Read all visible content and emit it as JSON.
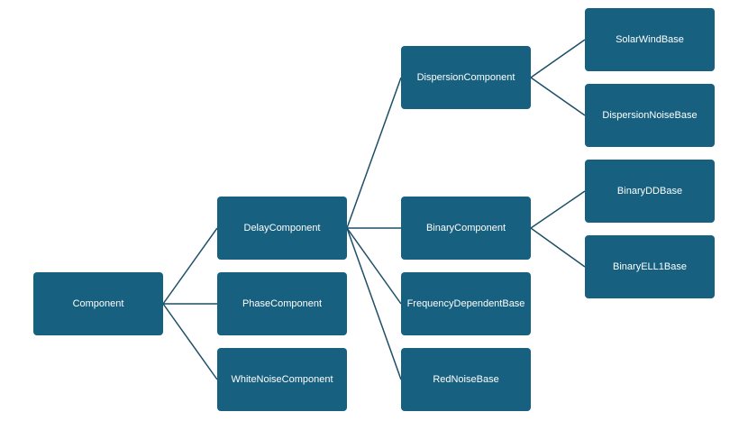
{
  "colors": {
    "node_fill": "#17607f",
    "node_text": "#ffffff",
    "edge": "#1d4f66"
  },
  "nodes": [
    {
      "id": "component",
      "label": "Component"
    },
    {
      "id": "delay",
      "label": "DelayComponent"
    },
    {
      "id": "phase",
      "label": "PhaseComponent"
    },
    {
      "id": "whitenoise",
      "label": "WhiteNoiseComponent"
    },
    {
      "id": "dispersion",
      "label": "DispersionComponent"
    },
    {
      "id": "binary",
      "label": "BinaryComponent"
    },
    {
      "id": "freqdep",
      "label": "FrequencyDependentBase"
    },
    {
      "id": "rednoise",
      "label": "RedNoiseBase"
    },
    {
      "id": "solarwind",
      "label": "SolarWindBase"
    },
    {
      "id": "dispnoise",
      "label": "DispersionNoiseBase"
    },
    {
      "id": "binarydd",
      "label": "BinaryDDBase"
    },
    {
      "id": "binaryell1",
      "label": "BinaryELL1Base"
    }
  ],
  "edges": [
    [
      "component",
      "delay"
    ],
    [
      "component",
      "phase"
    ],
    [
      "component",
      "whitenoise"
    ],
    [
      "delay",
      "dispersion"
    ],
    [
      "delay",
      "binary"
    ],
    [
      "delay",
      "freqdep"
    ],
    [
      "delay",
      "rednoise"
    ],
    [
      "dispersion",
      "solarwind"
    ],
    [
      "dispersion",
      "dispnoise"
    ],
    [
      "binary",
      "binarydd"
    ],
    [
      "binary",
      "binaryell1"
    ]
  ]
}
